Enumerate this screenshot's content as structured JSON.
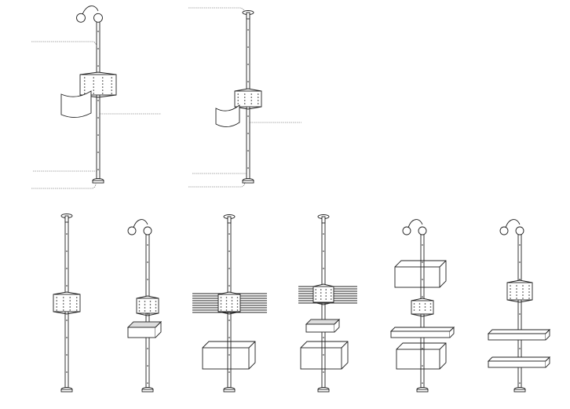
{
  "diagram": {
    "colors": {
      "line": "#222222",
      "background": "#ffffff",
      "shade": "#dddddd"
    },
    "detail_views": [
      {
        "id": "pole-with-lamp-and-caddy",
        "components": [
          "lamp",
          "caddy",
          "curved-panel"
        ]
      },
      {
        "id": "pole-with-cap-and-caddy",
        "components": [
          "top-cap",
          "caddy",
          "curved-panel"
        ]
      }
    ],
    "configurations": [
      {
        "id": "config-1",
        "top": "cap",
        "components": [
          "caddy"
        ]
      },
      {
        "id": "config-2",
        "top": "lamp",
        "components": [
          "caddy",
          "tray"
        ]
      },
      {
        "id": "config-3",
        "top": "cap",
        "components": [
          "wire-caddy",
          "box-shelf"
        ]
      },
      {
        "id": "config-4",
        "top": "cap",
        "components": [
          "wire-caddy",
          "tray",
          "box-shelf"
        ]
      },
      {
        "id": "config-5",
        "top": "lamp",
        "components": [
          "box-shelf",
          "caddy",
          "board-shelf",
          "box-shelf"
        ]
      },
      {
        "id": "config-6",
        "top": "lamp",
        "components": [
          "caddy",
          "board-shelf",
          "board-shelf"
        ]
      }
    ]
  }
}
